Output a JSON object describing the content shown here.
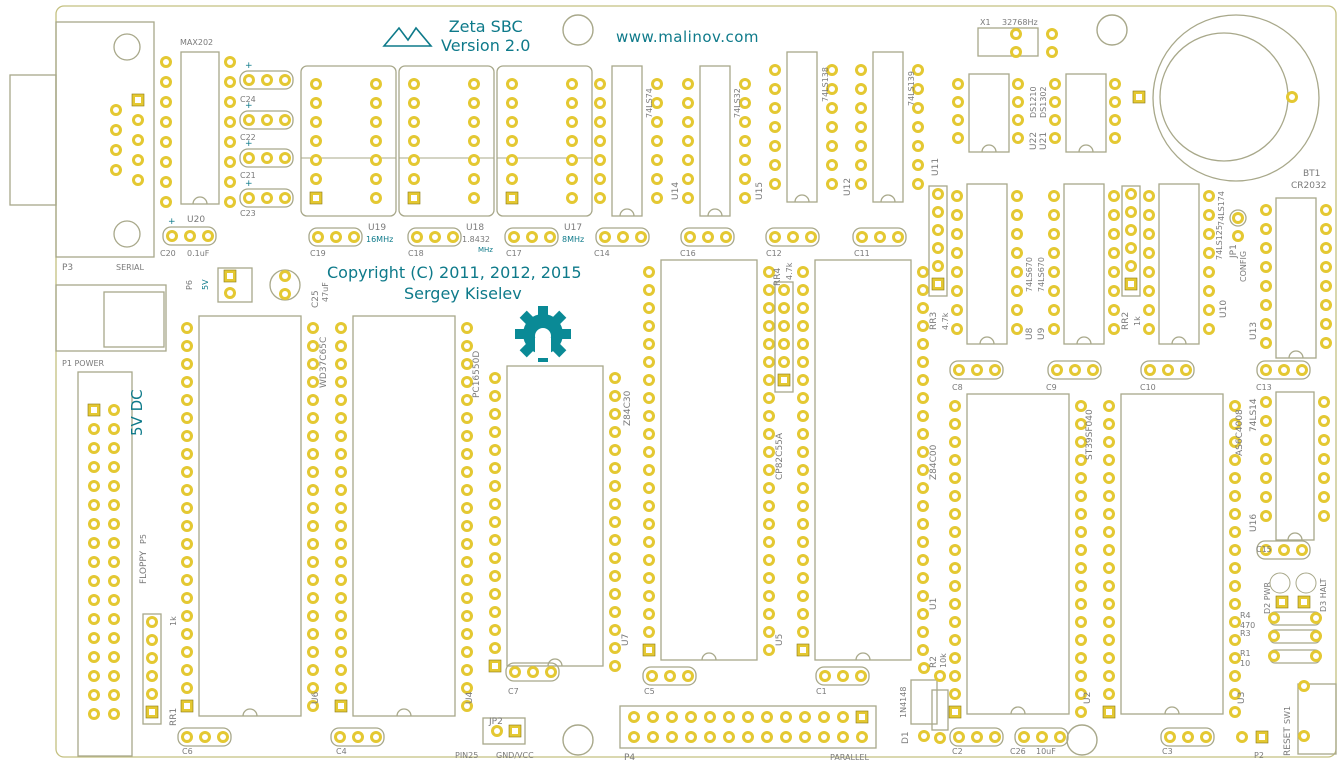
{
  "board": {
    "title_line1": "Zeta SBC",
    "title_line2": "Version 2.0",
    "url": "www.malinov.com",
    "copyright": "Copyright (C) 2011, 2012, 2015",
    "author": "Sergey Kiselev",
    "power_note": "5V DC"
  },
  "colors": {
    "outline": "#a8a88a",
    "silk": "#0e7a8a",
    "pad": "#e4c832",
    "pad_hole": "#ffffff",
    "part_label": "#7a7a7a",
    "logo": "#0a8a96"
  },
  "labels": [
    "P3",
    "SERIAL",
    "MAX202",
    "U20",
    "C20",
    "0.1uF",
    "C24",
    "C22",
    "C21",
    "C23",
    "U19",
    "16MHz",
    "U18",
    "1.8432",
    "MHz",
    "U17",
    "8MHz",
    "C19",
    "C18",
    "C17",
    "C14",
    "C16",
    "C12",
    "C11",
    "74LS74",
    "74LS32",
    "74LS138",
    "74LS139",
    "U14",
    "U15",
    "U12",
    "U11",
    "X1",
    "32768Hz",
    "U22",
    "U21",
    "DS1210",
    "DS1302",
    "BT1",
    "CR2032",
    "P1 POWER",
    "P6",
    "5V",
    "C25",
    "47uF",
    "WD37C65C",
    "PC16550D",
    "Z84C30",
    "CP82C55A",
    "Z84C00",
    "ST39SF040",
    "AS6C4008",
    "74LS14",
    "74LS670",
    "74LS670",
    "74LS174",
    "74LS125",
    "JP1",
    "CONFIG",
    "U8",
    "U9",
    "U10",
    "U13",
    "U16",
    "RR4",
    "4.7k",
    "RR3",
    "4.7k",
    "RR2",
    "1k",
    "RR1",
    "1k",
    "C8",
    "C9",
    "C10",
    "C13",
    "C15",
    "C6",
    "C4",
    "C7",
    "C5",
    "C1",
    "C2",
    "C26",
    "10uF",
    "C3",
    "U6",
    "U4",
    "U7",
    "U5",
    "U1",
    "U2",
    "U3",
    "P5",
    "FLOPPY",
    "P4",
    "PARALLEL",
    "JP2",
    "PIN25",
    "GND/VCC",
    "D1",
    "1N4148",
    "R2",
    "10k",
    "R4",
    "470",
    "R3",
    "R1",
    "10",
    "D2 PWR",
    "D3 HALT",
    "SW1",
    "RESET",
    "P2"
  ]
}
